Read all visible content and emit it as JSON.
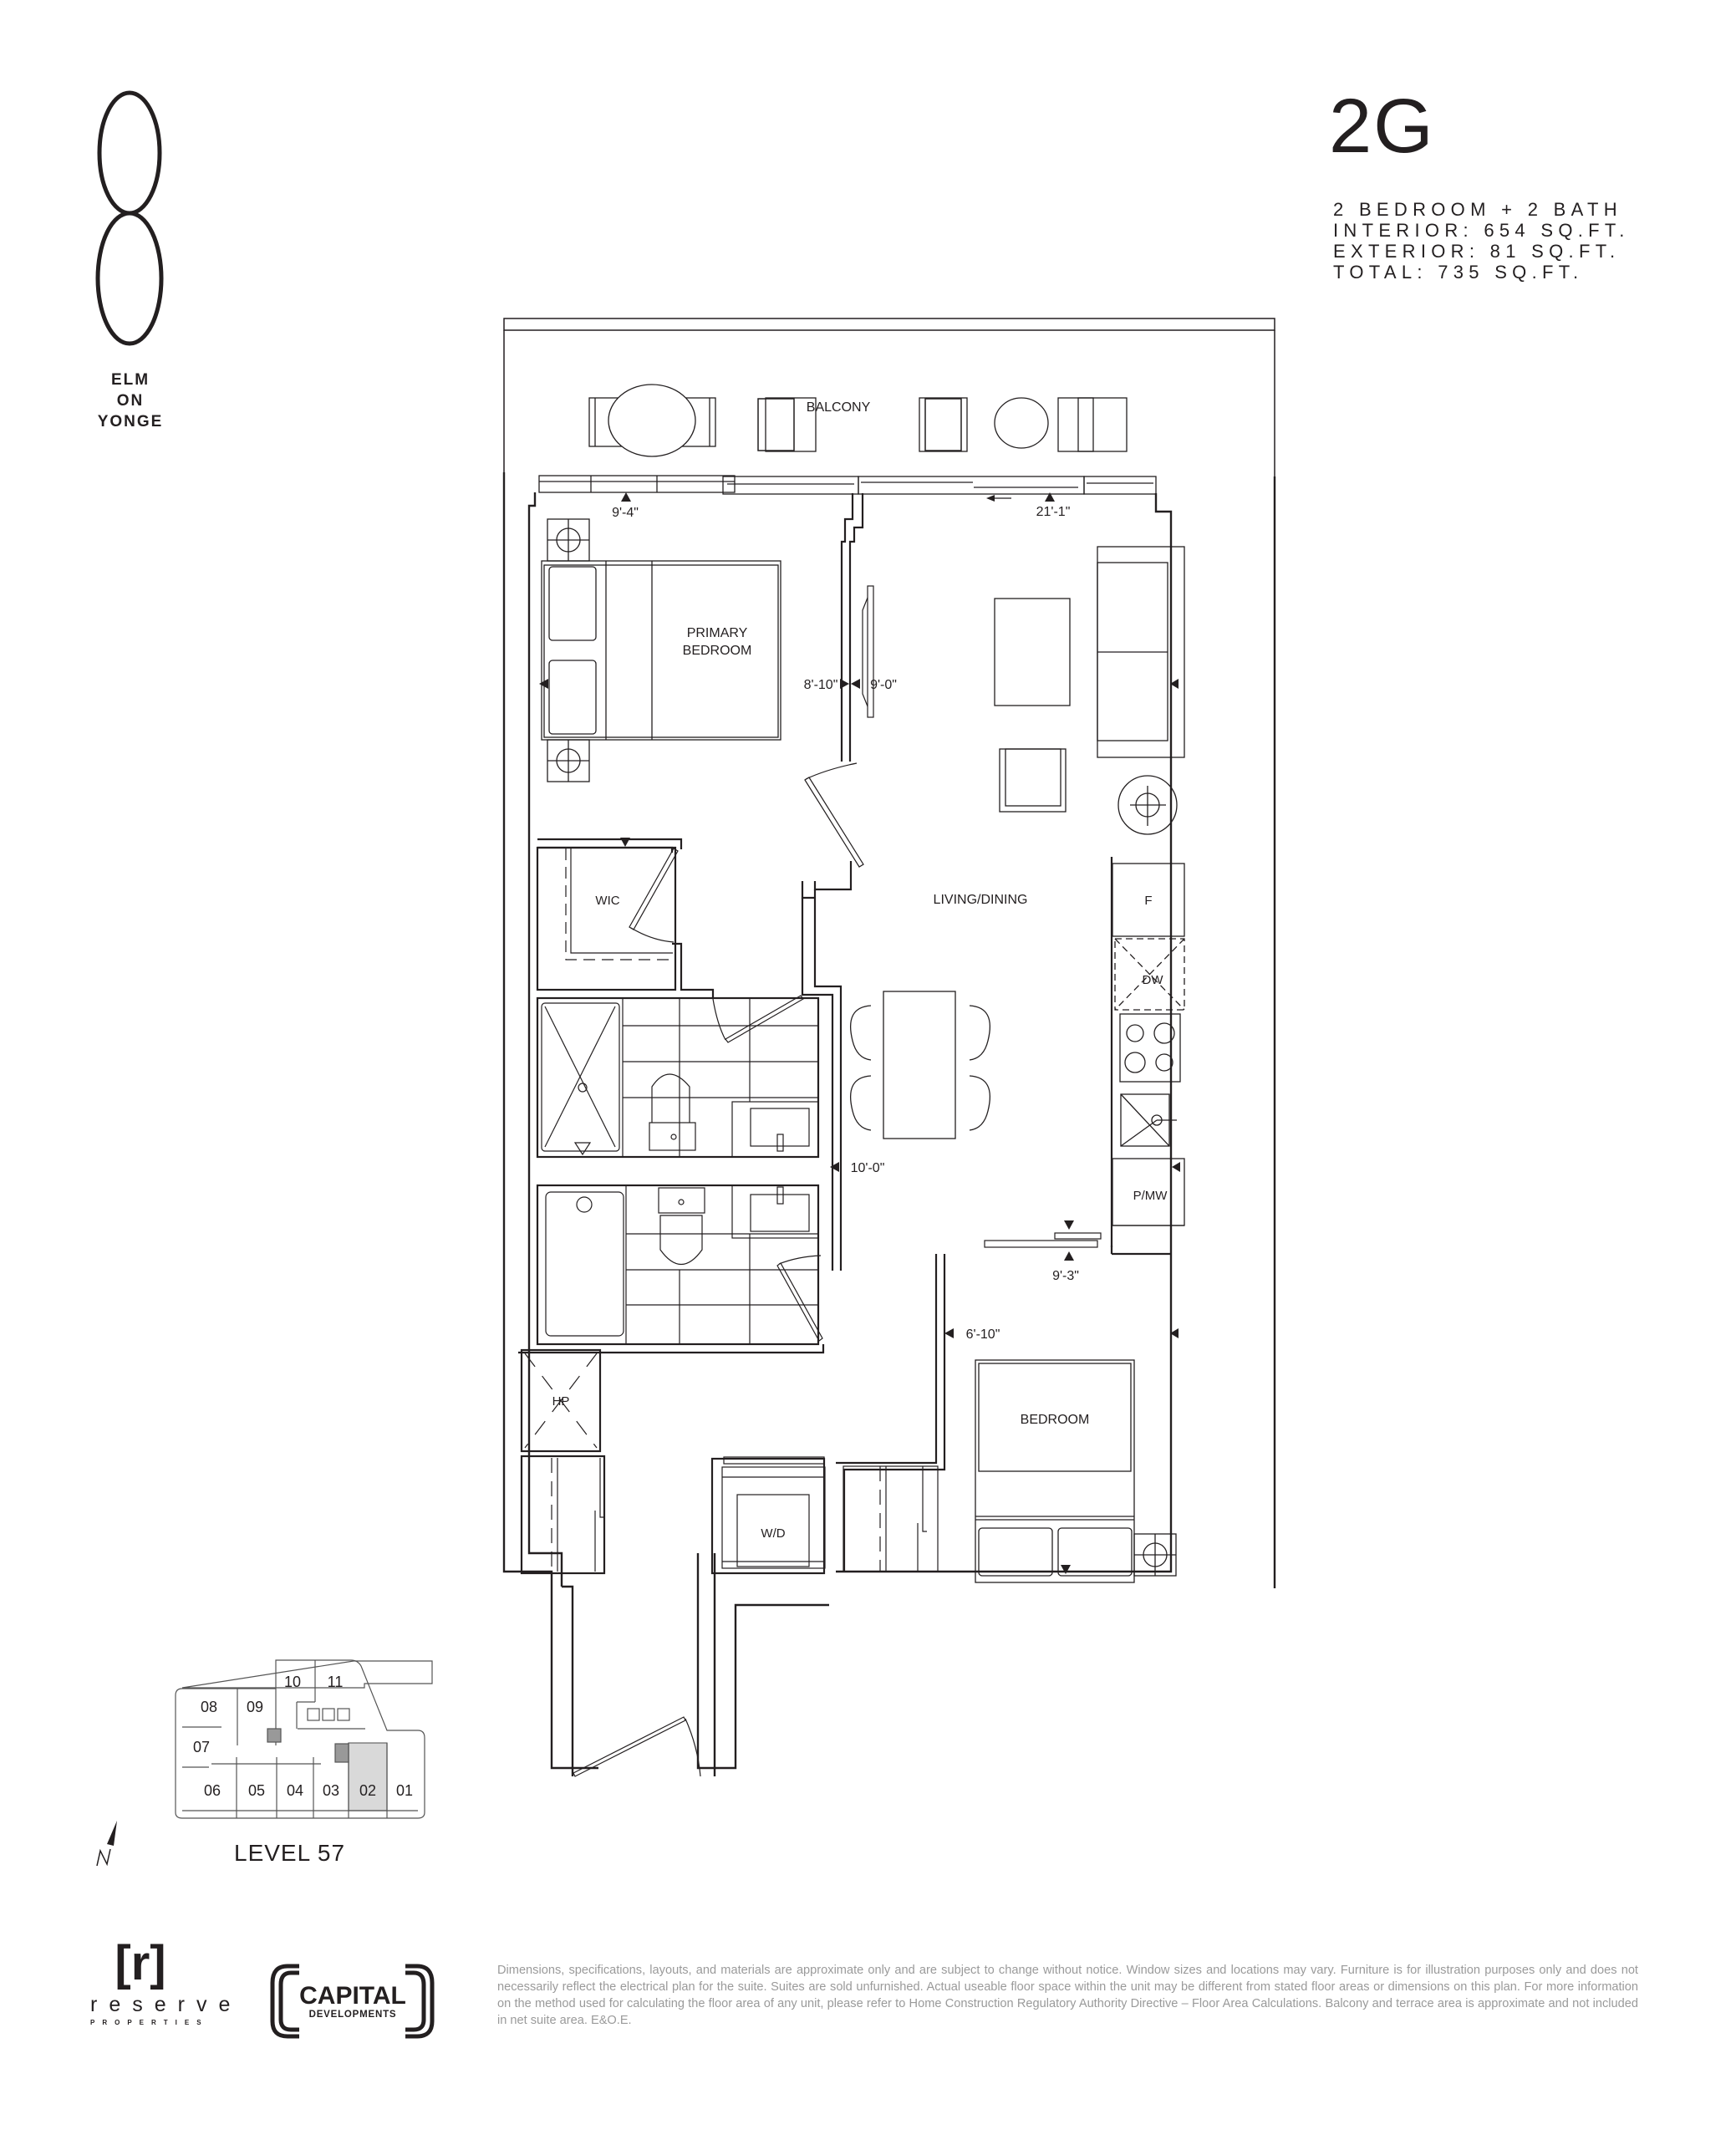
{
  "brand": {
    "logo_glyph": "8",
    "name_lines": [
      "ELM",
      "ON",
      "YONGE"
    ]
  },
  "unit": {
    "name": "2G",
    "specs": [
      "2 BEDROOM + 2 BATH",
      "INTERIOR: 654 SQ.FT.",
      "EXTERIOR: 81 SQ.FT.",
      "TOTAL: 735 SQ.FT."
    ]
  },
  "floorplan": {
    "rooms": {
      "balcony": "BALCONY",
      "primary_bedroom_line1": "PRIMARY",
      "primary_bedroom_line2": "BEDROOM",
      "wic": "WIC",
      "living_dining": "LIVING/DINING",
      "bedroom": "BEDROOM",
      "hp": "HP",
      "wd": "W/D"
    },
    "appliances": {
      "fridge": "F",
      "dishwasher": "DW",
      "pantry_microwave": "P/MW"
    },
    "dimensions": {
      "primary_width": "9'-4\"",
      "primary_depth": "8'-10\"",
      "living_width": "21'-1\"",
      "living_depth": "9'-0\"",
      "dining_depth": "10'-0\"",
      "bedroom_width": "9'-3\"",
      "bedroom_depth": "6'-10\""
    }
  },
  "keyplan": {
    "level_label": "LEVEL 57",
    "north_label": "N",
    "highlight_color": "#d9d9d9",
    "units": [
      "01",
      "02",
      "03",
      "04",
      "05",
      "06",
      "07",
      "08",
      "09",
      "10",
      "11"
    ],
    "selected_unit": "02"
  },
  "footer": {
    "reserve": {
      "bracket": "[r]",
      "word": "reserve",
      "sub": "PROPERTIES"
    },
    "capital": {
      "main": "CAPITAL",
      "sub": "DEVELOPMENTS"
    },
    "disclaimer": "Dimensions, specifications, layouts, and materials are approximate only and are subject to change without notice. Window sizes and locations may vary. Furniture is for illustration purposes only and does not necessarily reflect the electrical plan for the suite. Suites are sold unfurnished. Actual useable floor space within the unit may be different from stated floor areas or dimensions on this plan. For more information on the method used for calculating the floor area of any unit, please refer to Home Construction Regulatory Authority Directive – Floor Area Calculations. Balcony and terrace area is approximate and not included in net suite area. E&O.E."
  }
}
